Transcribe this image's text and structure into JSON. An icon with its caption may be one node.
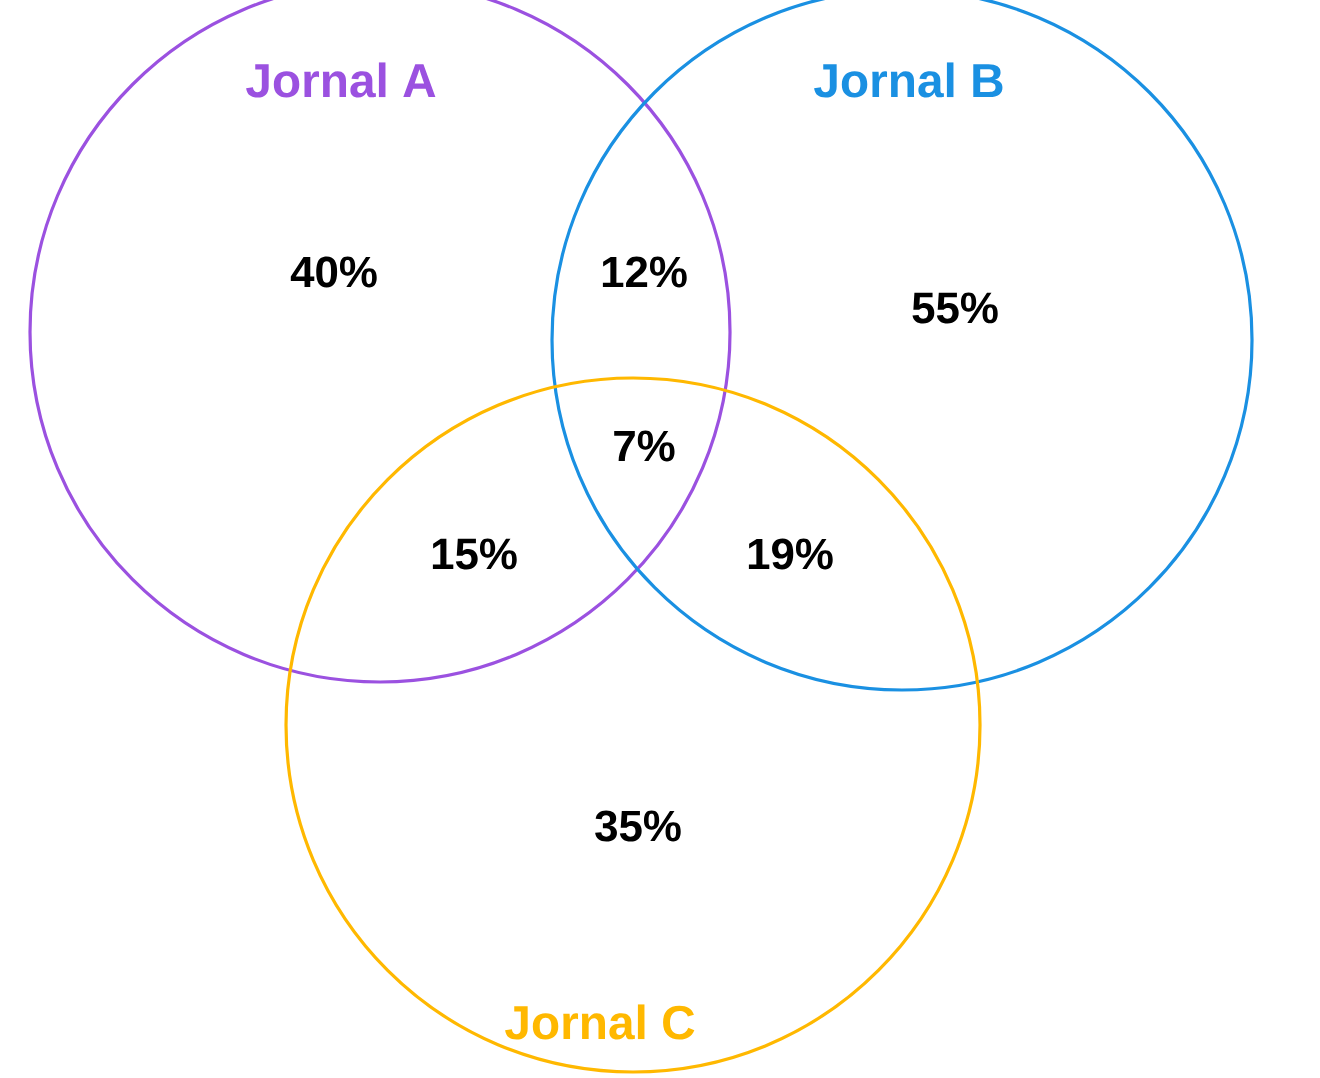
{
  "diagram": {
    "nodes": [
      {
        "text": [
          "Jornal A"
        ]
      },
      {
        "text": [
          "Jornal B"
        ]
      },
      {
        "text": [
          "Jornal C"
        ]
      }
    ],
    "labels": [
      "40%",
      "12%",
      "55%",
      "7%",
      "15%",
      "19%",
      "35%"
    ]
  }
}
